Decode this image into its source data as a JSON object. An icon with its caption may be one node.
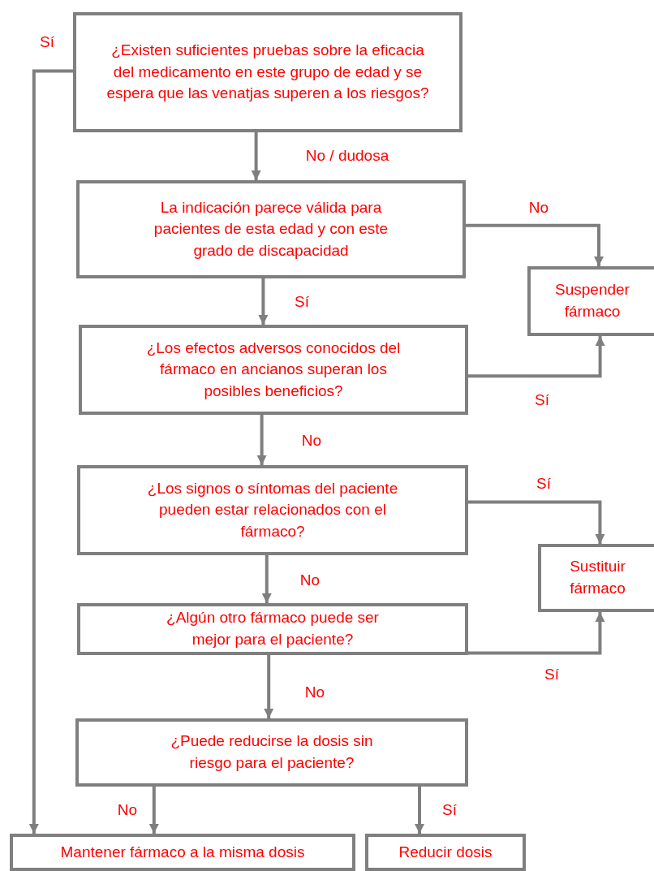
{
  "diagram": {
    "nodes": [
      {
        "text": [
          "¿Existen suficientes pruebas sobre la eficacia del medicamento en este grupo de edad y se espera que las venatjas superen a los riesgos?"
        ]
      },
      {
        "text": [
          "La indicación parece válida para pacientes de esta edad y con este grado de discapacidad"
        ]
      },
      {
        "text": [
          "Suspender fármaco"
        ]
      },
      {
        "text": [
          "¿Los efectos adversos conocidos del fármaco en ancianos superan los posibles beneficios?"
        ]
      },
      {
        "text": [
          "¿Los signos o síntomas del paciente pueden estar relacionados con el fármaco?"
        ]
      },
      {
        "text": [
          "Sustituir fármaco"
        ]
      },
      {
        "text": [
          "¿Algún otro fármaco puede ser mejor para el paciente?"
        ]
      },
      {
        "text": [
          "¿Puede reducirse la dosis sin riesgo para el paciente?"
        ]
      },
      {
        "text": [
          "Mantener fármaco a la misma dosis"
        ]
      },
      {
        "text": [
          "Reducir dosis"
        ]
      }
    ],
    "edges": [
      {
        "from": 0,
        "to": 8,
        "arrow": "to",
        "label": "Sí"
      },
      {
        "from": 0,
        "to": 1,
        "arrow": "to",
        "label": "No / dudosa"
      },
      {
        "from": 1,
        "to": 2,
        "arrow": "to",
        "label": "No"
      },
      {
        "from": 1,
        "to": 3,
        "arrow": "to",
        "label": "Sí"
      },
      {
        "from": 3,
        "to": 2,
        "arrow": "to",
        "label": "Sí"
      },
      {
        "from": 3,
        "to": 4,
        "arrow": "to",
        "label": "No"
      },
      {
        "from": 4,
        "to": 5,
        "arrow": "to",
        "label": "Sí"
      },
      {
        "from": 4,
        "to": 6,
        "arrow": "to",
        "label": "No"
      },
      {
        "from": 6,
        "to": 5,
        "arrow": "to",
        "label": "Sí"
      },
      {
        "from": 6,
        "to": 7,
        "arrow": "to",
        "label": "No"
      },
      {
        "from": 7,
        "to": 8,
        "arrow": "to",
        "label": "No"
      },
      {
        "from": 7,
        "to": 9,
        "arrow": "to",
        "label": "Sí"
      }
    ]
  }
}
